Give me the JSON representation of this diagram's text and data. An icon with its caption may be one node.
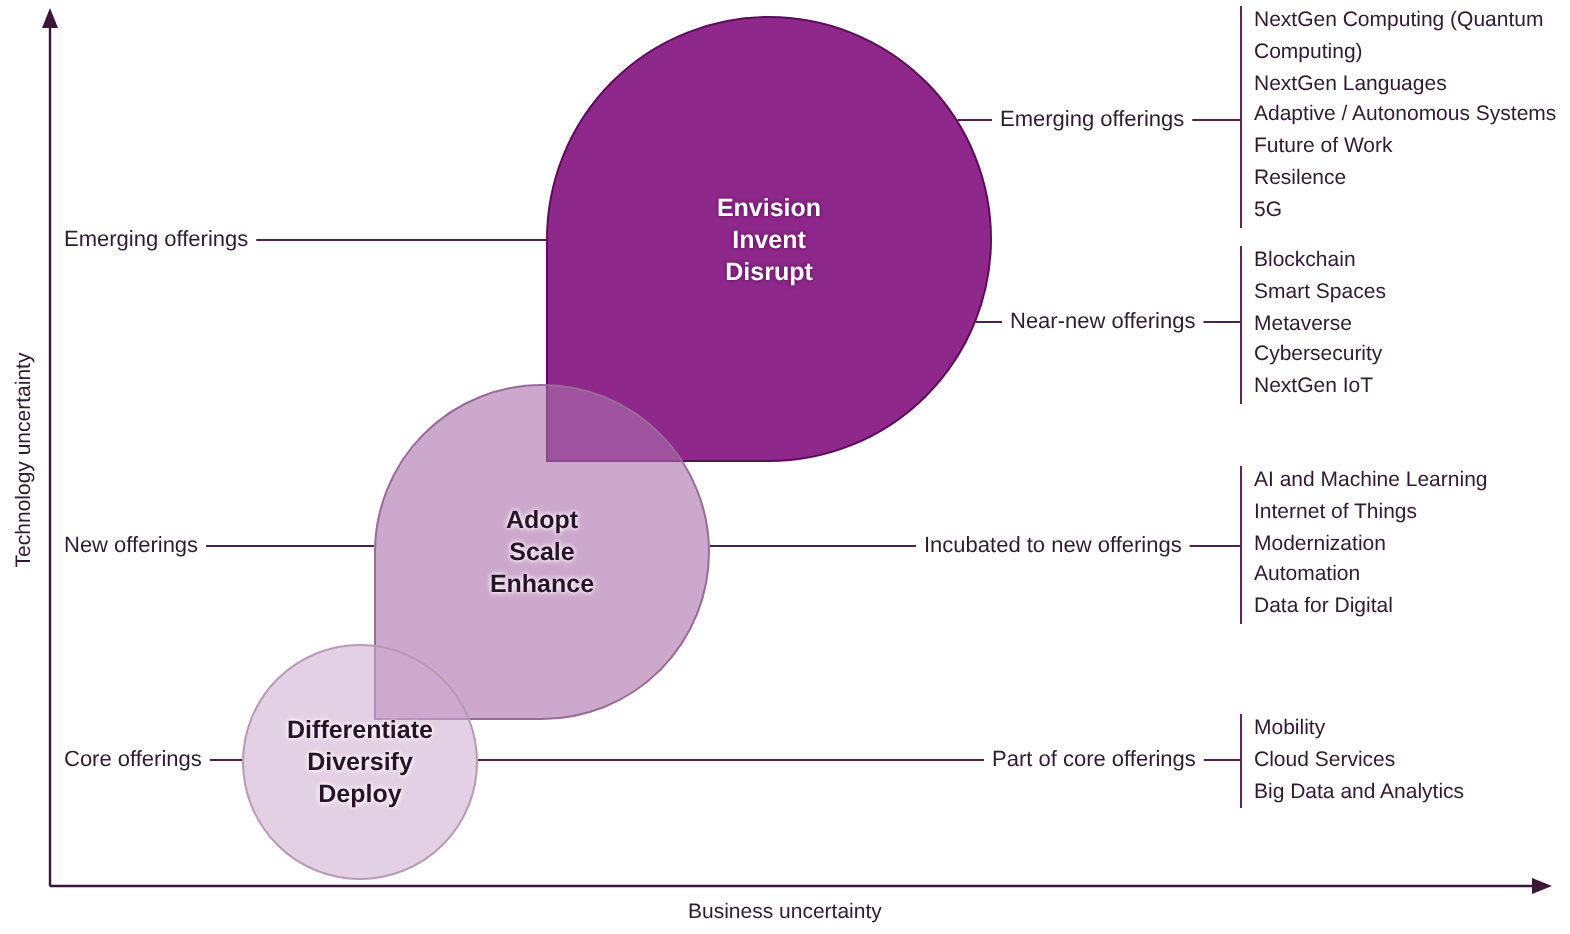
{
  "diagram": {
    "nodes": [
      {
        "text": [
          "Emerging offerings"
        ]
      },
      {
        "text": [
          "New offerings"
        ]
      },
      {
        "text": [
          "Core offerings"
        ]
      },
      {
        "text": [
          "Envision",
          "Invent",
          "Disrupt"
        ]
      },
      {
        "text": [
          "Adopt",
          "Scale",
          "Enhance"
        ]
      },
      {
        "text": [
          "Differentiate",
          "Diversify",
          "Deploy"
        ]
      },
      {
        "text": [
          "Emerging offerings"
        ]
      },
      {
        "text": [
          "NextGen Computing (Quantum Computing)",
          "NextGen Languages",
          "Adaptive / Autonomous Systems",
          "Future of Work",
          "Resilence",
          "5G"
        ]
      },
      {
        "text": [
          "Near-new offerings"
        ]
      },
      {
        "text": [
          "Blockchain",
          "Smart Spaces",
          "Metaverse",
          "Cybersecurity",
          "NextGen IoT"
        ]
      },
      {
        "text": [
          "Incubated to new offerings"
        ]
      },
      {
        "text": [
          "AI and Machine Learning",
          "Internet of Things",
          "Modernization",
          "Automation",
          "Data for Digital"
        ]
      },
      {
        "text": [
          "Part of core offerings"
        ]
      },
      {
        "text": [
          "Mobility",
          "Cloud Services",
          "Big Data and Analytics"
        ]
      }
    ],
    "edges": [
      {
        "from": 0,
        "to": 3,
        "arrow": "none"
      },
      {
        "from": 1,
        "to": 4,
        "arrow": "none"
      },
      {
        "from": 2,
        "to": 5,
        "arrow": "none"
      },
      {
        "from": 3,
        "to": 6,
        "arrow": "none"
      },
      {
        "from": 6,
        "to": 7,
        "arrow": "none"
      },
      {
        "from": 3,
        "to": 8,
        "arrow": "none"
      },
      {
        "from": 8,
        "to": 9,
        "arrow": "none"
      },
      {
        "from": 4,
        "to": 10,
        "arrow": "none"
      },
      {
        "from": 10,
        "to": 11,
        "arrow": "none"
      },
      {
        "from": 5,
        "to": 12,
        "arrow": "none"
      },
      {
        "from": 12,
        "to": 13,
        "arrow": "none"
      }
    ],
    "labels": [
      "Technology uncertainty",
      "Business uncertainty"
    ]
  }
}
